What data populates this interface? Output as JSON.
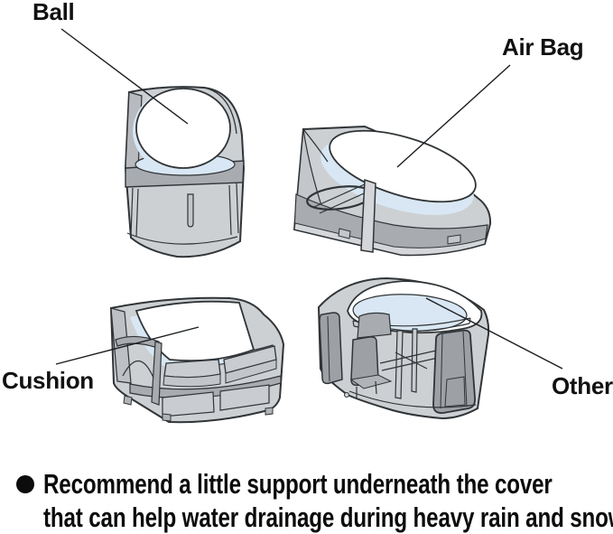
{
  "diagram": {
    "labels": {
      "ball": "Ball",
      "air_bag": "Air Bag",
      "cushion": "Cushion",
      "other": "Other"
    },
    "note": {
      "bullet": "●",
      "line1": "Recommend a little support underneath the cover",
      "line2": "that can help water drainage during heavy rain and snow"
    },
    "illustrations": [
      {
        "name": "covered-chair-with-ball-support",
        "points_to": "Ball"
      },
      {
        "name": "covered-chaise-lounge-with-air-bag-support",
        "points_to": "Air Bag"
      },
      {
        "name": "covered-loveseat-with-cushion-support",
        "points_to": "Cushion"
      },
      {
        "name": "covered-dining-set-with-other-support",
        "points_to": "Other"
      }
    ],
    "colors": {
      "outline": "#303437",
      "cover_gray": "#cdd0d3",
      "cover_shadow_gray": "#a8abb0",
      "bulge_white": "#ffffff",
      "tint_blue": "#d8e7f3",
      "inner_furniture_gray": "#9da1a6",
      "text": "#0c0c0c"
    }
  }
}
